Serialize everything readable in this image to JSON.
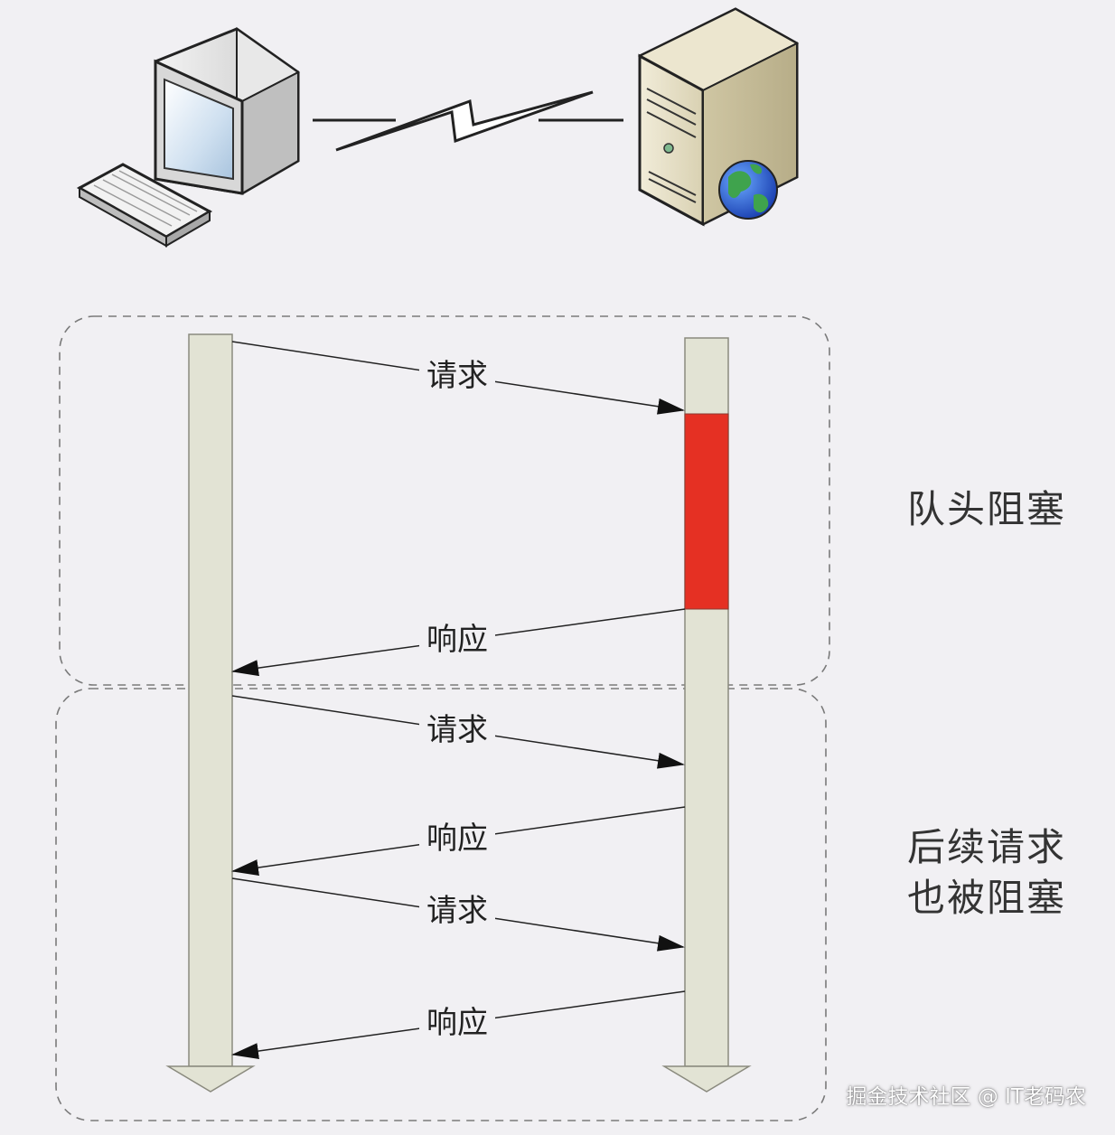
{
  "diagram": {
    "colors": {
      "timeline": "#e2e3d4",
      "timeline_border": "#8a8a7e",
      "blocked": "#e53023",
      "arrow": "#111111",
      "group_border": "#7a7a7a"
    },
    "icons": {
      "client": "desktop-computer-icon",
      "server": "web-server-icon",
      "link": "network-lightning-link-icon"
    },
    "groups": [
      {
        "name": "head-of-line-group",
        "label": "队头阻塞"
      },
      {
        "name": "subsequent-group",
        "label_lines": [
          "后续请求",
          "也被阻塞"
        ]
      }
    ],
    "messages": [
      {
        "label": "请求",
        "direction": "request"
      },
      {
        "label": "响应",
        "direction": "response"
      },
      {
        "label": "请求",
        "direction": "request"
      },
      {
        "label": "响应",
        "direction": "response"
      },
      {
        "label": "请求",
        "direction": "request"
      },
      {
        "label": "响应",
        "direction": "response"
      }
    ]
  },
  "watermark": "掘金技术社区 @ IT老码农"
}
